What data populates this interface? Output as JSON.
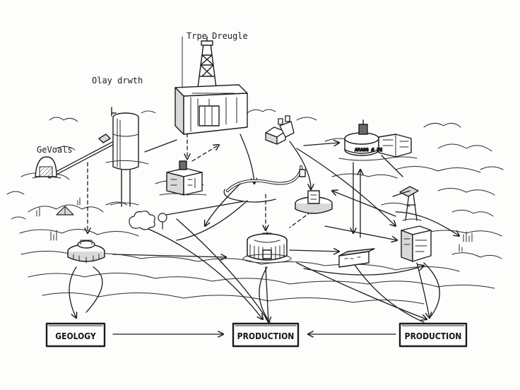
{
  "labels": {
    "tower_label": "Trpe Dreugle",
    "tank_label": "Olay drwth",
    "left_label": "GeVoals",
    "building_sign": "ARAGG # FE"
  },
  "boxes": {
    "geology": "GEOLOGY",
    "production_center": "PRODUCTION",
    "production_right": "PRODUCTION"
  },
  "colors": {
    "ink": "#1c1c1c",
    "paper": "#fdfdfc",
    "shade": "#d9d9d9"
  }
}
